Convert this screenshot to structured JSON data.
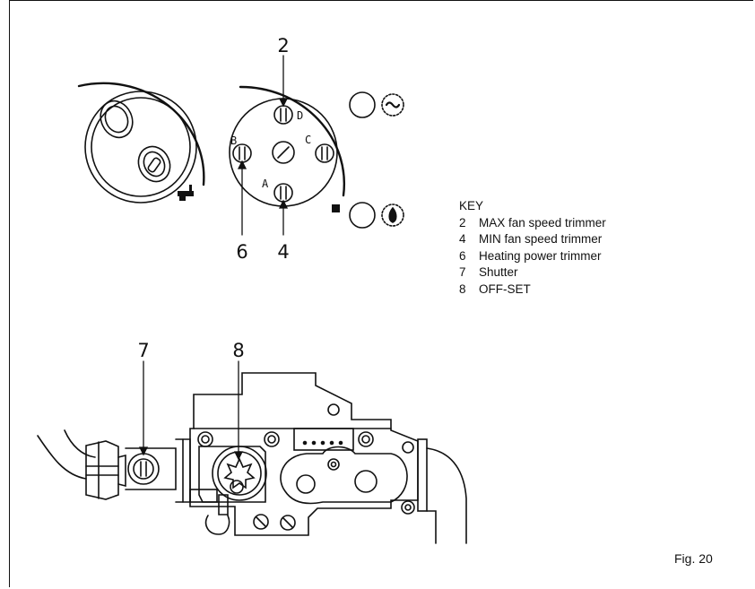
{
  "key": {
    "title": "KEY",
    "items": [
      {
        "num": "2",
        "label": "MAX fan speed trimmer"
      },
      {
        "num": "4",
        "label": "MIN fan speed trimmer"
      },
      {
        "num": "6",
        "label": "Heating power trimmer"
      },
      {
        "num": "7",
        "label": "Shutter"
      },
      {
        "num": "8",
        "label": "OFF-SET"
      }
    ]
  },
  "callouts": {
    "c2": "2",
    "c4": "4",
    "c6": "6",
    "c7": "7",
    "c8": "8"
  },
  "letters": {
    "a": "A",
    "b": "B",
    "c": "C",
    "d": "D"
  },
  "figure_label": "Fig. 20"
}
